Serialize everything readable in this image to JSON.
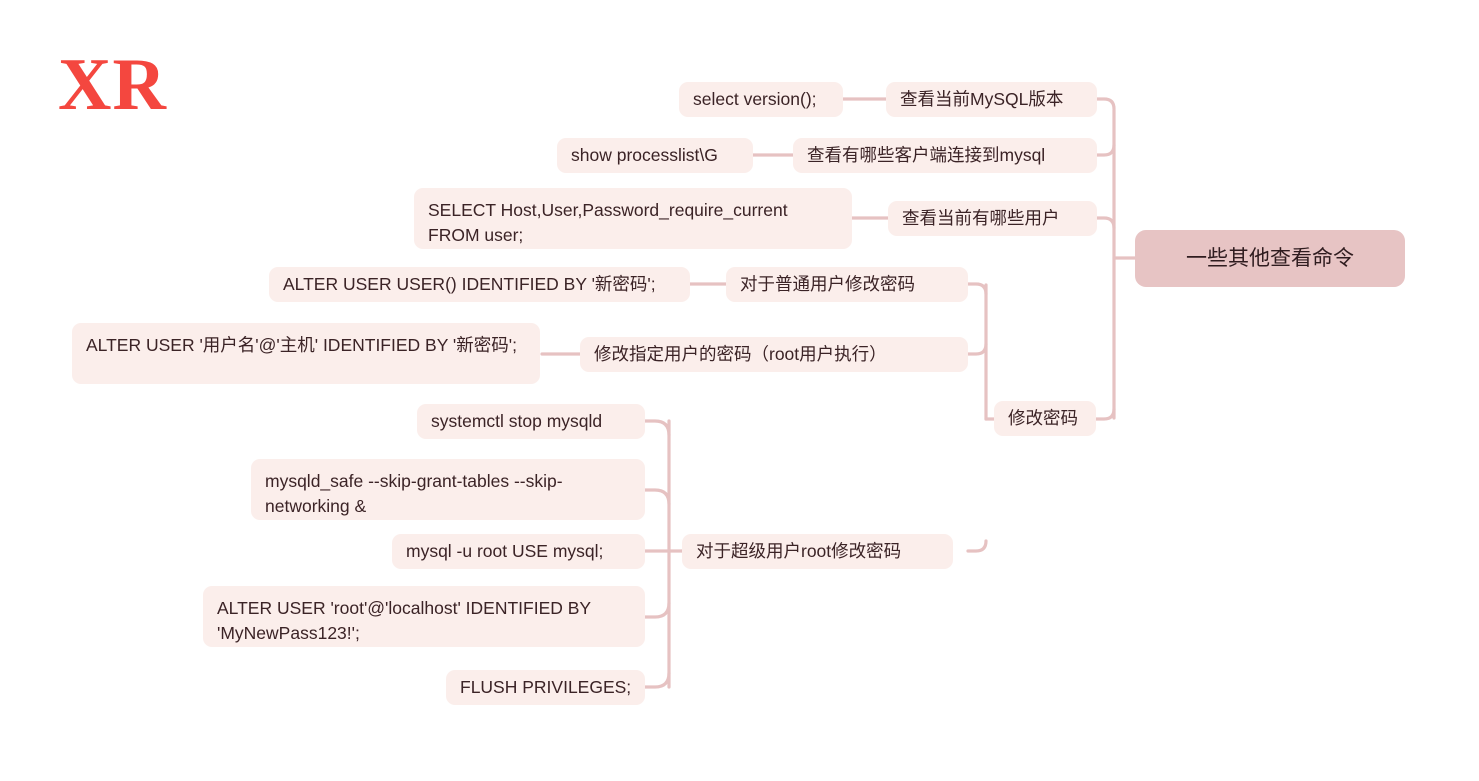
{
  "meta": {
    "logo": "XR",
    "root_label": "一些其他查看命令",
    "accent_line": "#e6c2c2",
    "node_fill": "#fbeeeb",
    "root_fill": "#e7c4c4",
    "text_color": "#3b2326",
    "logo_color": "#f4473f",
    "background": "#ffffff"
  },
  "nodes": {
    "root": "一些其他查看命令",
    "branches": [
      {
        "id": "version",
        "description": "查看当前MySQL版本",
        "command": "select version();"
      },
      {
        "id": "processlist",
        "description": "查看有哪些客户端连接到mysql",
        "command": "show processlist\\G"
      },
      {
        "id": "users",
        "description": "查看当前有哪些用户",
        "command": "SELECT Host,User,Password_require_current FROM user;"
      },
      {
        "id": "change-password",
        "description": "修改密码",
        "children": [
          {
            "id": "normal-user",
            "description": "对于普通用户修改密码",
            "command": "ALTER USER USER() IDENTIFIED BY '新密码';"
          },
          {
            "id": "specified-user",
            "description": "修改指定用户的密码（root用户执行）",
            "command": "ALTER USER '用户名'@'主机' IDENTIFIED BY '新密码';"
          },
          {
            "id": "root-user",
            "description": "对于超级用户root修改密码",
            "commands": [
              "systemctl stop mysqld",
              " mysqld_safe --skip-grant-tables --skip-networking &",
              "mysql -u root USE mysql;",
              "ALTER USER 'root'@'localhost' IDENTIFIED BY 'MyNewPass123!';",
              "FLUSH PRIVILEGES;"
            ]
          }
        ]
      }
    ]
  }
}
